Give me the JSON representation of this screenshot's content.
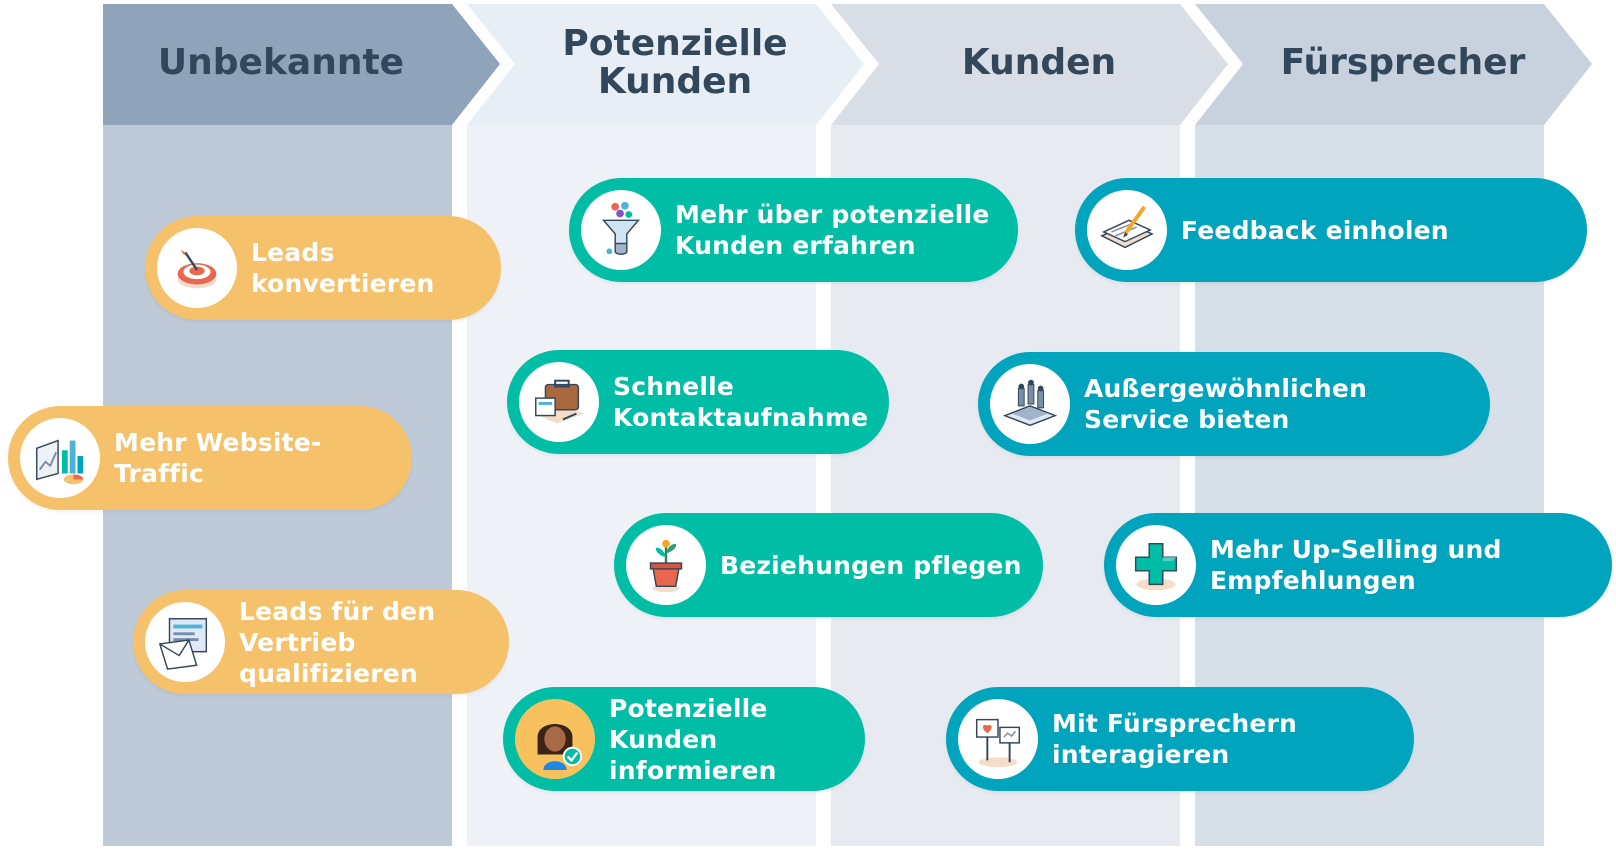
{
  "stages": [
    {
      "label": "Unbekannte"
    },
    {
      "label": "Potenzielle\nKunden"
    },
    {
      "label": "Kunden"
    },
    {
      "label": "Fürsprecher"
    }
  ],
  "colors": {
    "stage1_header": "#8fa3bb",
    "stage2_header": "#e8eef5",
    "stage3_header": "#d8dde6",
    "stage4_header": "#c7d2de",
    "title_text": "#33475b",
    "orange": "#f5c26b",
    "green": "#00bda5",
    "blue": "#00a4bd"
  },
  "items": {
    "leads_convert": {
      "label": "Leads\nkonvertieren",
      "icon": "target-icon"
    },
    "website_traffic": {
      "label": "Mehr Website-Traffic",
      "icon": "chart-icon"
    },
    "qualify_leads": {
      "label": "Leads für den\nVertrieb qualifizieren",
      "icon": "email-icon"
    },
    "learn_prospects": {
      "label": "Mehr über potenzielle\nKunden erfahren",
      "icon": "funnel-icon"
    },
    "fast_contact": {
      "label": "Schnelle\nKontaktaufnahme",
      "icon": "briefcase-icon"
    },
    "nurture": {
      "label": "Beziehungen pflegen",
      "icon": "plant-icon"
    },
    "inform_prospects": {
      "label": "Potenzielle Kunden\ninformieren",
      "icon": "person-icon"
    },
    "feedback": {
      "label": "Feedback einholen",
      "icon": "notepad-icon"
    },
    "service": {
      "label": "Außergewöhnlichen\nService bieten",
      "icon": "laptop-icon"
    },
    "upselling": {
      "label": "Mehr Up-Selling und\nEmpfehlungen",
      "icon": "plus-icon"
    },
    "advocates": {
      "label": "Mit Fürsprechern\ninteragieren",
      "icon": "signs-icon"
    }
  }
}
